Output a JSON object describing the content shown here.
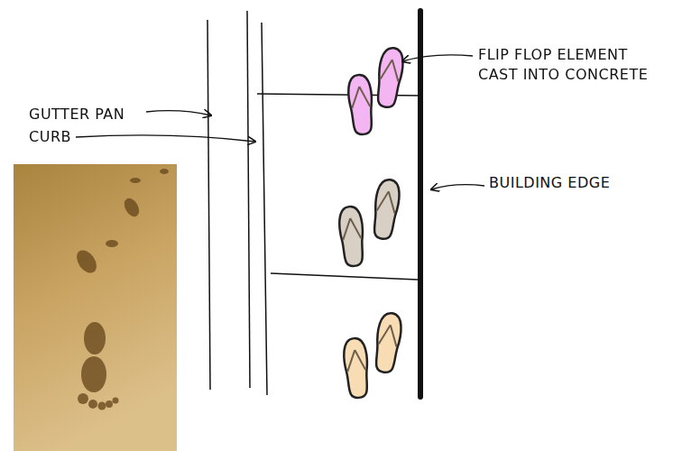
{
  "diagram": {
    "labels": [
      "GUTTER PAN",
      "CURB",
      "FLIP FLOP ELEMENT CAST INTO CONCRETE",
      "BUILDING EDGE"
    ]
  }
}
